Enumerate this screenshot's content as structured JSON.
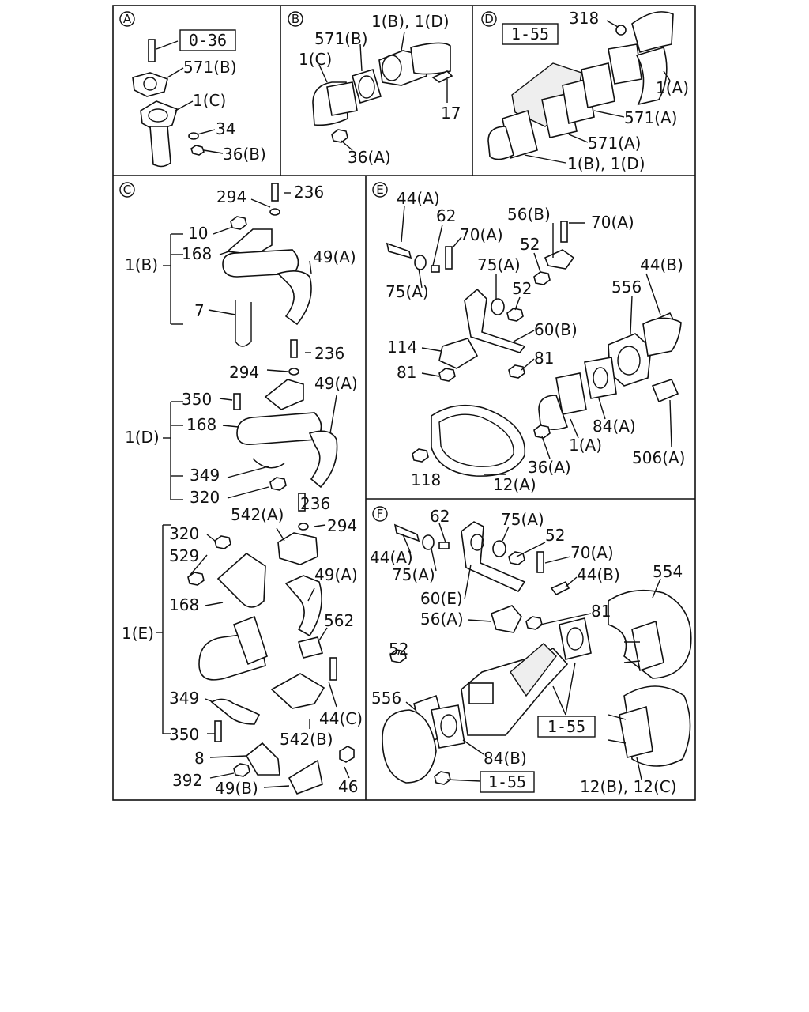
{
  "sections": {
    "A": {
      "letter": "A",
      "ref_box": "0-36",
      "labels": [
        "571(B)",
        "1(C)",
        "34",
        "36(B)"
      ]
    },
    "B": {
      "letter": "B",
      "labels": [
        "1(B), 1(D)",
        "571(B)",
        "1(C)",
        "17",
        "36(A)"
      ]
    },
    "D": {
      "letter": "D",
      "ref_box": "1-55",
      "labels": [
        "318",
        "1(A)",
        "571(A)",
        "571(A)",
        "1(B), 1(D)"
      ]
    },
    "C": {
      "letter": "C",
      "labels": [
        "294",
        "236",
        "10",
        "168",
        "1(B)",
        "49(A)",
        "7",
        "236",
        "294",
        "350",
        "49(A)",
        "168",
        "1(D)",
        "349",
        "320",
        "236",
        "542(A)",
        "294",
        "320",
        "529",
        "49(A)",
        "168",
        "562",
        "1(E)",
        "349",
        "44(C)",
        "350",
        "542(B)",
        "8",
        "392",
        "49(B)",
        "46"
      ]
    },
    "E": {
      "letter": "E",
      "labels": [
        "44(A)",
        "62",
        "56(B)",
        "70(A)",
        "70(A)",
        "52",
        "75(A)",
        "44(B)",
        "75(A)",
        "52",
        "556",
        "114",
        "60(B)",
        "81",
        "81",
        "84(A)",
        "1(A)",
        "118",
        "36(A)",
        "506(A)",
        "12(A)"
      ]
    },
    "F": {
      "letter": "F",
      "labels": [
        "62",
        "75(A)",
        "52",
        "44(A)",
        "70(A)",
        "75(A)",
        "44(B)",
        "554",
        "60(E)",
        "56(A)",
        "81",
        "52",
        "556",
        "84(B)",
        "12(B), 12(C)"
      ],
      "ref_boxes": [
        "1-55",
        "1-55"
      ]
    }
  }
}
